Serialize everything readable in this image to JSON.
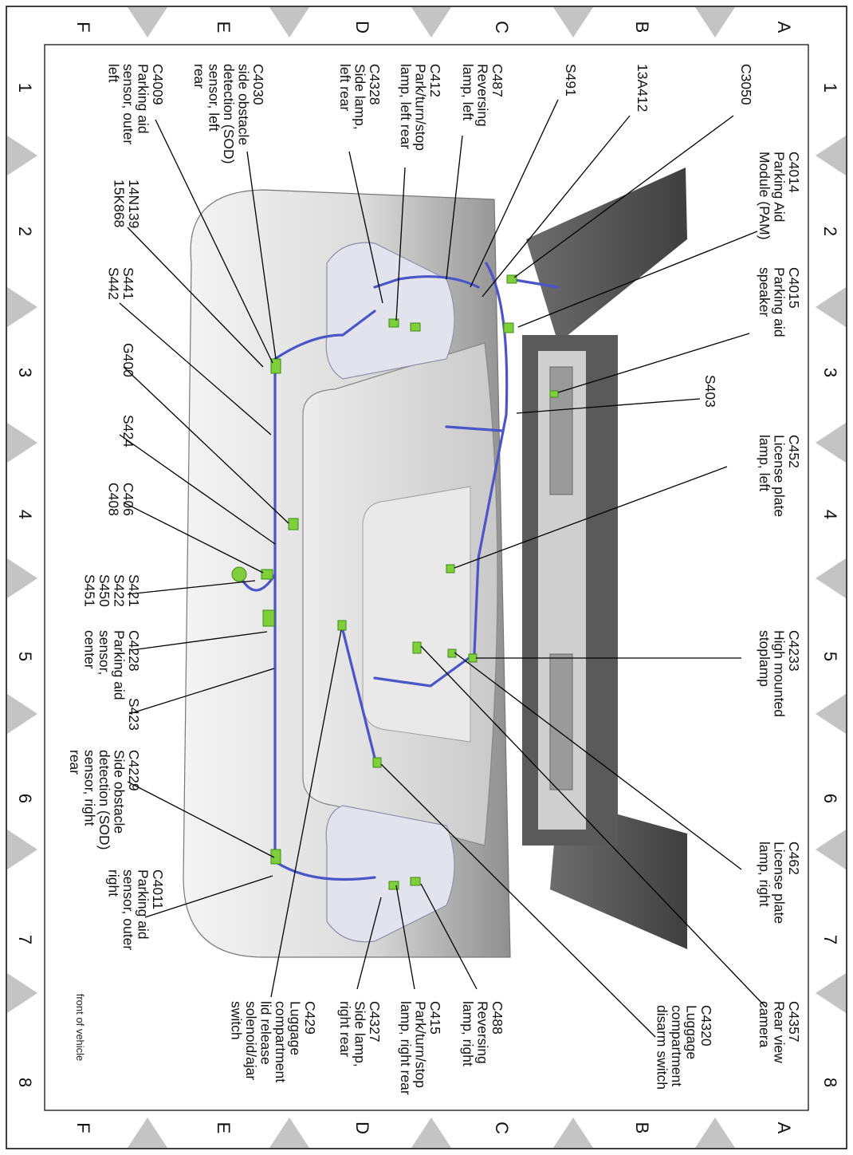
{
  "grid": {
    "rows": [
      "A",
      "B",
      "C",
      "D",
      "E",
      "F"
    ],
    "cols": [
      "1",
      "2",
      "3",
      "4",
      "5",
      "6",
      "7",
      "8"
    ]
  },
  "front_of_vehicle": "front of vehicle",
  "callouts": [
    {
      "id": "c3050",
      "lines": [
        "C3050"
      ]
    },
    {
      "id": "c4014",
      "lines": [
        "C4014",
        "Parking Aid",
        "Module (PAM)"
      ]
    },
    {
      "id": "c4015",
      "lines": [
        "C4015",
        "Parking aid",
        "speaker"
      ]
    },
    {
      "id": "s403",
      "lines": [
        "S403"
      ]
    },
    {
      "id": "c452",
      "lines": [
        "C452",
        "License plate",
        "lamp, left"
      ]
    },
    {
      "id": "c4233",
      "lines": [
        "C4233",
        "High mounted",
        "stoplamp"
      ]
    },
    {
      "id": "c462",
      "lines": [
        "C462",
        "License plate",
        "lamp, right"
      ]
    },
    {
      "id": "c4357",
      "lines": [
        "C4357",
        "Rear view",
        "camera"
      ]
    },
    {
      "id": "c4320",
      "lines": [
        "C4320",
        "Luggage",
        "compartment",
        "disarm switch"
      ]
    },
    {
      "id": "s13a412",
      "lines": [
        "13A412"
      ]
    },
    {
      "id": "s491",
      "lines": [
        "S491"
      ]
    },
    {
      "id": "c487",
      "lines": [
        "C487",
        "Reversing",
        "lamp, left"
      ]
    },
    {
      "id": "c488",
      "lines": [
        "C488",
        "Reversing",
        "lamp, right"
      ]
    },
    {
      "id": "c412",
      "lines": [
        "C412",
        "Park/turn/stop",
        "lamp, left rear"
      ]
    },
    {
      "id": "c415",
      "lines": [
        "C415",
        "Park/turn/stop",
        "lamp, right rear"
      ]
    },
    {
      "id": "c4328",
      "lines": [
        "C4328",
        "Side lamp,",
        "left rear"
      ]
    },
    {
      "id": "c4327",
      "lines": [
        "C4327",
        "Side lamp,",
        "right rear"
      ]
    },
    {
      "id": "c4030",
      "lines": [
        "C4030",
        "side obstacle",
        "detection (SOD)",
        "sensor, left",
        "rear"
      ]
    },
    {
      "id": "c429",
      "lines": [
        "C429",
        "Luggage",
        "compartment",
        "lid release",
        "solenoid/ajar",
        "switch"
      ]
    },
    {
      "id": "c4009",
      "lines": [
        "C4009",
        "Parking aid",
        "sensor, outer",
        "left"
      ]
    },
    {
      "id": "c4011",
      "lines": [
        "C4011",
        "Parking aid",
        "sensor, outer",
        "right"
      ]
    },
    {
      "id": "s14n139",
      "lines": [
        "14N139",
        "15K868"
      ]
    },
    {
      "id": "s441",
      "lines": [
        "S441",
        "S442"
      ]
    },
    {
      "id": "g400",
      "lines": [
        "G400"
      ]
    },
    {
      "id": "s424",
      "lines": [
        "S424"
      ]
    },
    {
      "id": "c406",
      "lines": [
        "C406",
        "C408"
      ]
    },
    {
      "id": "s421",
      "lines": [
        "S421",
        "S422",
        "S450",
        "S451"
      ]
    },
    {
      "id": "c4228",
      "lines": [
        "C4228",
        "Parking aid",
        "sensor,",
        "center"
      ]
    },
    {
      "id": "s423",
      "lines": [
        "S423"
      ]
    },
    {
      "id": "c4229",
      "lines": [
        "C4229",
        "Side obstacle",
        "detection (SOD)",
        "sensor, right",
        "rear"
      ]
    }
  ]
}
